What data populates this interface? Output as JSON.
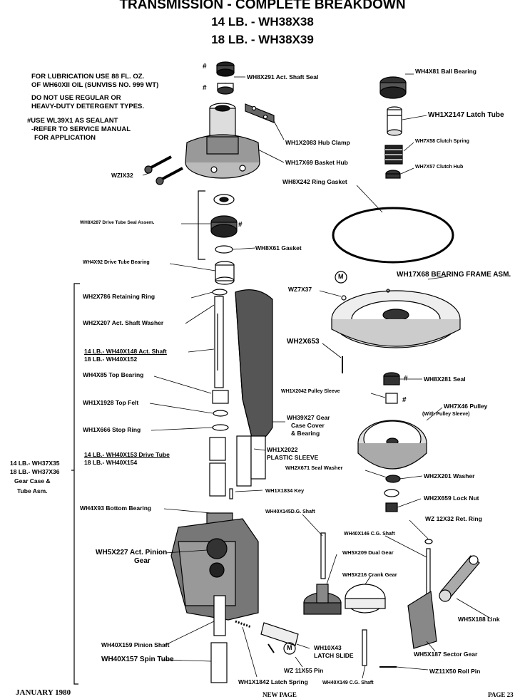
{
  "header": {
    "title": "TRANSMISSION - COMPLETE BREAKDOWN",
    "model_14": "14 LB. - WH38X38",
    "model_18": "18 LB. - WH38X39"
  },
  "notes": {
    "line1": "FOR LUBRICATION USE 88 FL. OZ.",
    "line2": "OF WH60XII OIL (SUNVISS NO. 999 WT)",
    "line3": "DO NOT USE REGULAR OR",
    "line4": "HEAVY-DUTY DETERGENT TYPES.",
    "line5": "#USE WL39X1 AS SEALANT",
    "line6": "-REFER TO SERVICE MANUAL",
    "line7": "FOR APPLICATION"
  },
  "markers": {
    "hash": "#",
    "m": "M"
  },
  "parts": {
    "shaft_seal": "WH8X291 Act. Shaft Seal",
    "ball_bearing": "WH4X81 Ball Bearing",
    "latch_tube": "WH1X2147 Latch Tube",
    "hub_clamp": "WH1X2083 Hub Clamp",
    "clutch_spring": "WH7X58 Clutch Spring",
    "basket_hub": "WH17X69 Basket Hub",
    "clutch_hub": "WH7X57 Clutch Hub",
    "screw": "WZIX32",
    "ring_gasket": "WH8X242 Ring Gasket",
    "drive_tube_seal": "WH8X287 Drive Tube Seal Assem.",
    "gasket": "WH8X61 Gasket",
    "drive_tube_bearing": "WH4X92 Drive Tube Bearing",
    "bearing_frame": "WH17X68 BEARING FRAME ASM.",
    "retaining_ring": "WH2X786 Retaining Ring",
    "wz7x37": "WZ7X37",
    "shaft_washer": "WH2X207 Act. Shaft Washer",
    "act_shaft_14": "14 LB.- WH40X148 Act. Shaft",
    "act_shaft_18": "18 LB.- WH40X152",
    "wh2x653": "WH2X653",
    "top_bearing": "WH4X85 Top Bearing",
    "seal_281": "WH8X281 Seal",
    "pulley_sleeve": "WH1X2042 Pulley Sleeve",
    "top_felt": "WH1X1928 Top Felt",
    "pulley": "WH7X46 Pulley",
    "pulley_note": "(With Pulley Sleeve)",
    "gear_case_cover_1": "WH39X27 Gear",
    "gear_case_cover_2": "Case Cover",
    "gear_case_cover_3": "& Bearing",
    "stop_ring": "WH1X666 Stop Ring",
    "drive_tube_14": "14 LB.- WH40X153 Drive Tube",
    "drive_tube_18": "18 LB.- WH40X154",
    "plastic_sleeve_1": "WH1X2022",
    "plastic_sleeve_2": "PLASTIC SLEEVE",
    "seal_washer": "WH2X671 Seal Washer",
    "washer_201": "WH2X201 Washer",
    "gear_case_1": "14 LB.- WH37X35",
    "gear_case_2": "18 LB.- WH37X36",
    "gear_case_3": "Gear Case &",
    "gear_case_4": "Tube Asm.",
    "key": "WH1X1834 Key",
    "lock_nut": "WH2X659 Lock Nut",
    "bottom_bearing": "WH4X93 Bottom Bearing",
    "dg_shaft": "WH40X145D.G. Shaft",
    "ret_ring": "WZ 12X32 Ret. Ring",
    "cg_shaft_146": "WH40X146 C.G. Shaft",
    "pinion_gear_1": "WH5X227 Act. Pinion",
    "pinion_gear_2": "Gear",
    "dual_gear": "WH5X209 Dual Gear",
    "crank_gear": "WH5X216 Crank Gear",
    "link": "WH5X188 Link",
    "pinion_shaft": "WH40X159 Pinion Shaft",
    "latch_slide_1": "WH10X43",
    "latch_slide_2": "LATCH SLIDE",
    "sector_gear": "WH5X187 Sector Gear",
    "spin_tube": "WH40X157 Spin Tube",
    "pin": "WZ 11X55 Pin",
    "roll_pin": "WZ11X50 Roll Pin",
    "latch_spring": "WH1X1842 Latch Spring",
    "cg_shaft_149": "WH40X149 C.G. Shaft"
  },
  "footer": {
    "date": "JANUARY 1980",
    "new_page": "NEW PAGE",
    "page": "PAGE 23"
  }
}
